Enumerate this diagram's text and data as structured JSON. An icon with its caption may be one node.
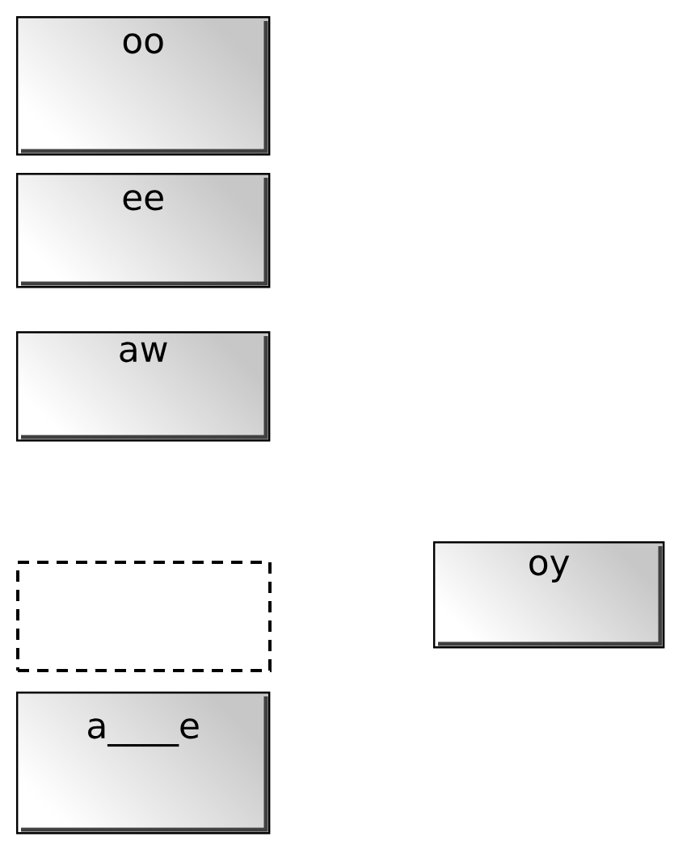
{
  "diagram": {
    "nodes": [
      {
        "text": [
          "oo"
        ]
      },
      {
        "text": [
          "ee"
        ]
      },
      {
        "text": [
          "aw"
        ]
      },
      {
        "text": [],
        "shape": "box"
      },
      {
        "text": [
          "oy"
        ]
      },
      {
        "text": [
          "a____e"
        ]
      }
    ]
  }
}
